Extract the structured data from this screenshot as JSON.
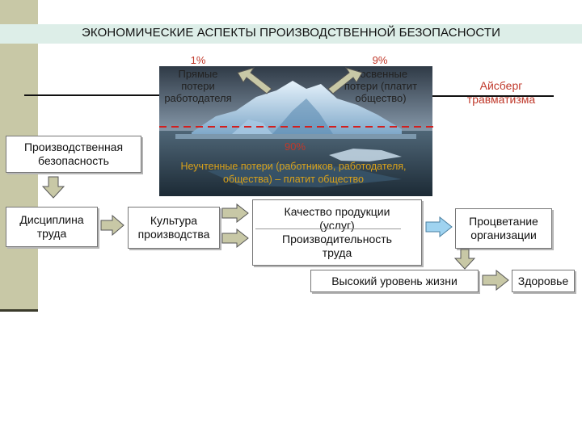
{
  "title": "ЭКОНОМИЧЕСКИЕ АСПЕКТЫ ПРОИЗВОДСТВЕННОЙ БЕЗОПАСНОСТИ",
  "direct_losses": {
    "percent": "1%",
    "label_lines": [
      "Прямые",
      "потери",
      "работодателя"
    ]
  },
  "indirect_losses": {
    "percent": "9%",
    "label_lines": [
      "Косвенные",
      "потери (платит",
      "общество)"
    ]
  },
  "hidden_losses": {
    "percent": "90%",
    "label_lines": [
      "Неучтенные потери (работников, работодателя,",
      "общества) – платит общество"
    ]
  },
  "iceberg_label": [
    "Айсберг",
    "травматизма"
  ],
  "boxes": {
    "safety": [
      "Производственная",
      "безопасность"
    ],
    "discipline": [
      "Дисциплина",
      "труда"
    ],
    "culture": [
      "Культура",
      "производства"
    ],
    "quality": [
      "Качество продукции",
      "(услуг)"
    ],
    "productivity": [
      "Производительность",
      "труда"
    ],
    "prosperity": [
      "Процветание",
      "организации"
    ],
    "living_standard": "Высокий уровень жизни",
    "health": "Здоровье"
  },
  "colors": {
    "accent_red": "#c0392b",
    "hidden_text": "#d9a11a",
    "arrow_fill": "#c8c8a6",
    "arrow_blue": "#9fd3f0"
  }
}
